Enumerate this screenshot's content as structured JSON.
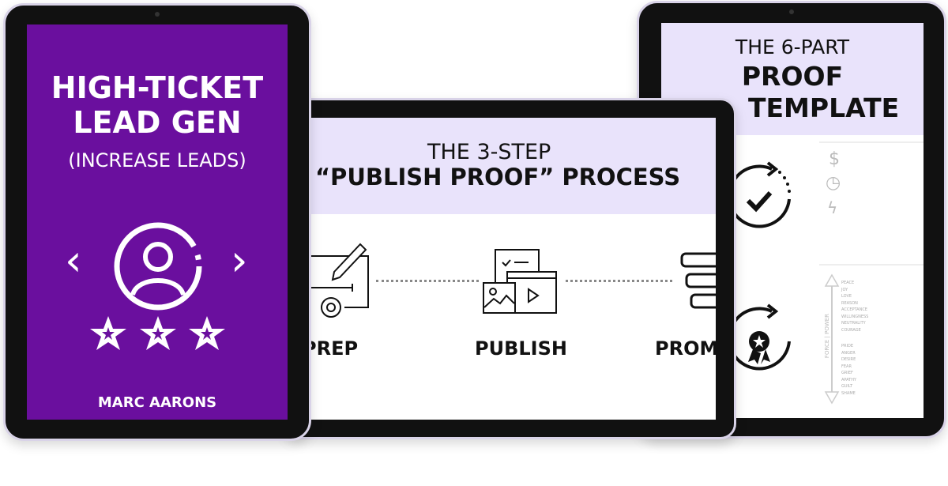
{
  "colors": {
    "purple": "#6a0f9e",
    "lavender": "#e9e3fb",
    "frame": "#111111"
  },
  "right_book": {
    "title_line1": "THE 6-PART",
    "title_line2": "PROOF",
    "title_line3": "TEMPLATE",
    "side_icons": [
      "dollar-icon",
      "clock-icon",
      "lightning-icon"
    ],
    "axis_label": "FORCE | POWER",
    "power_levels": [
      "PEACE",
      "JOY",
      "LOVE",
      "REASON",
      "ACCEPTANCE",
      "WILLINGNESS",
      "NEUTRALITY",
      "COURAGE"
    ],
    "force_levels": [
      "PRIDE",
      "ANGER",
      "DESIRE",
      "FEAR",
      "GRIEF",
      "APATHY",
      "GUILT",
      "SHAME"
    ]
  },
  "middle_book": {
    "title_line1": "THE 3-STEP",
    "title_line2": "“PUBLISH PROOF” PROCESS",
    "steps": [
      "PREP",
      "PUBLISH",
      "PROM"
    ]
  },
  "left_book": {
    "title_line1": "HIGH-TICKET",
    "title_line2": "LEAD GEN",
    "subtitle": "(INCREASE LEADS)",
    "author": "MARC AARONS",
    "stars": 3
  }
}
